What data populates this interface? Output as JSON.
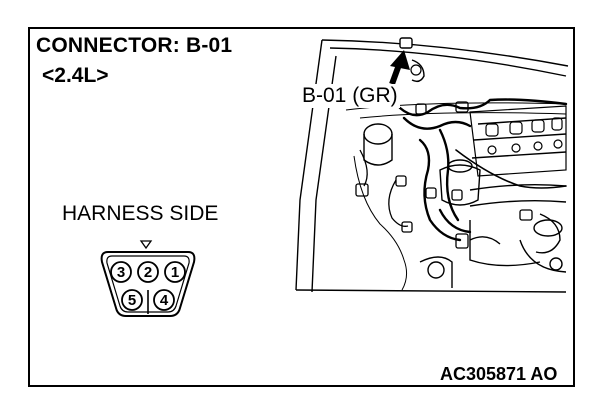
{
  "title": "CONNECTOR: B-01",
  "subtitle": "<2.4L>",
  "harness_side_label": "HARNESS SIDE",
  "callout_label": "B-01 (GR)",
  "figure_code": "AC305871 AO",
  "connector": {
    "pins_top": [
      "3",
      "2",
      "1"
    ],
    "pins_bottom": [
      "5",
      "4"
    ]
  }
}
